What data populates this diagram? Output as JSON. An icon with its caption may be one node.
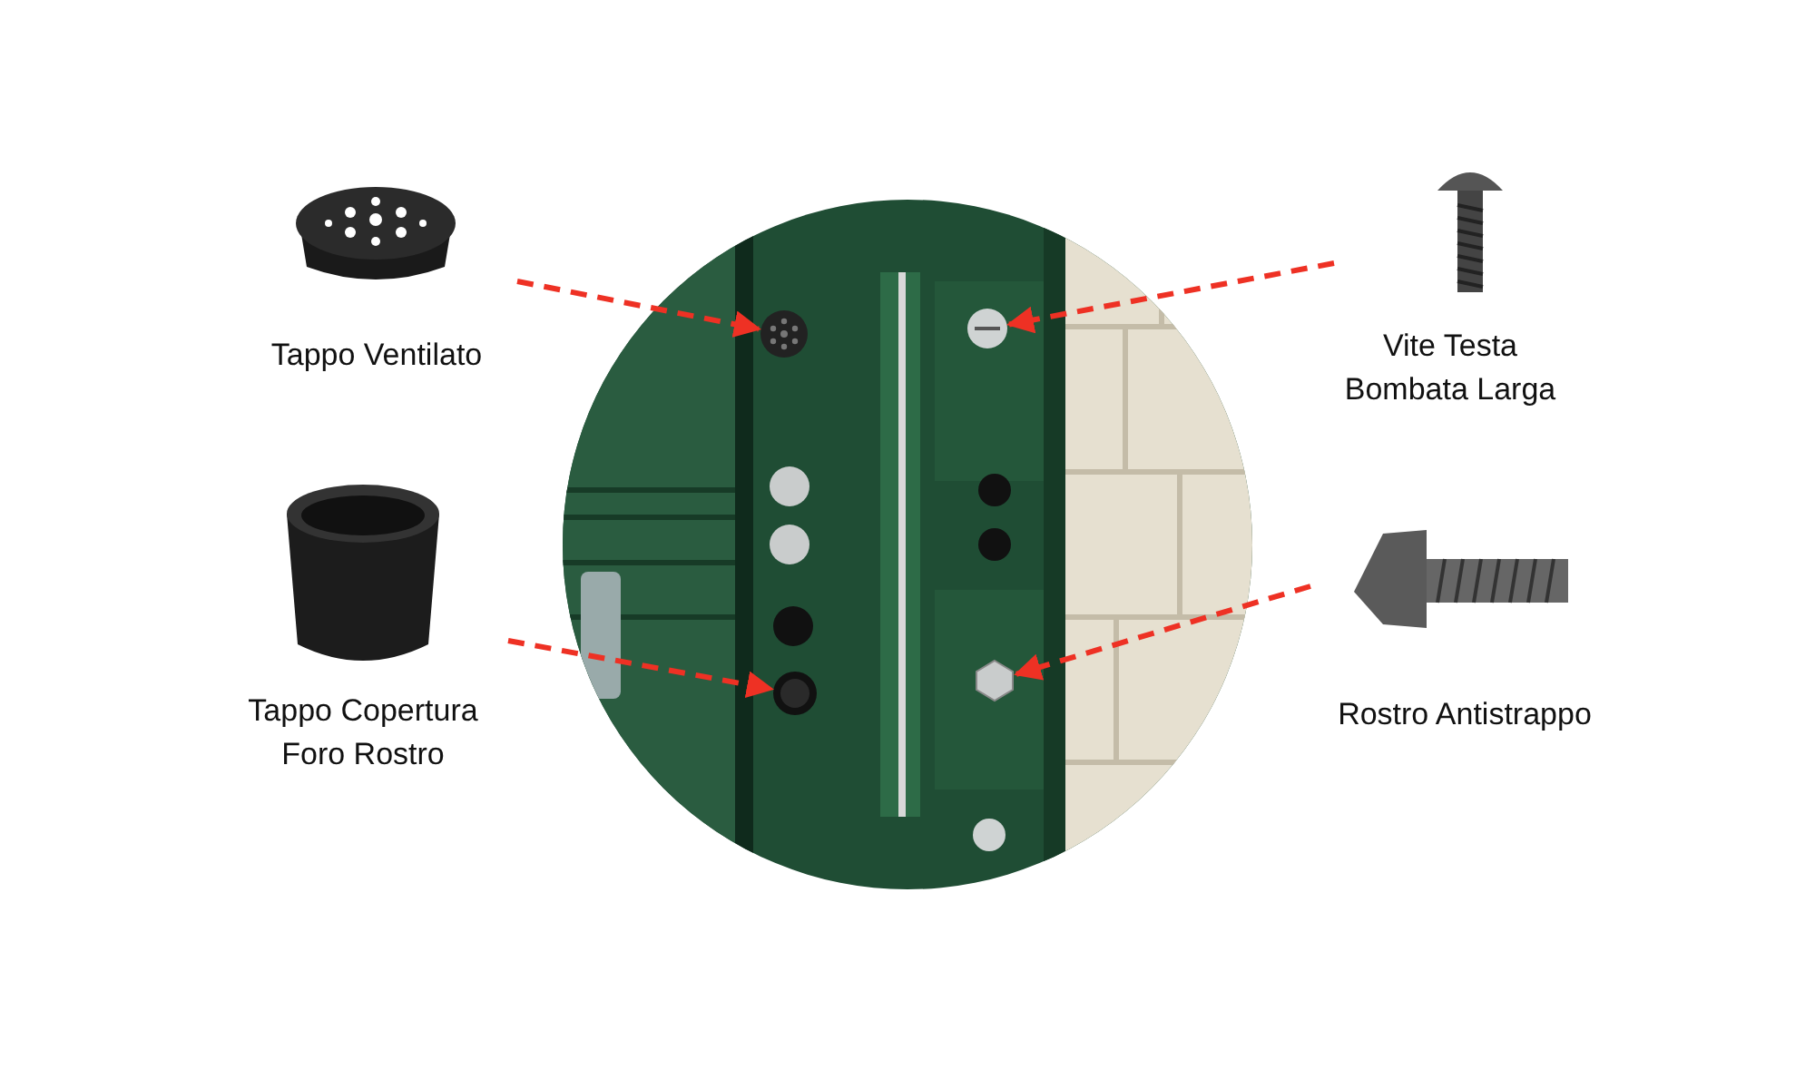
{
  "diagram": {
    "nodes": [
      {
        "text": [
          "Tappo Ventilato"
        ]
      },
      {
        "text": [
          "Tappo Copertura Foro Rostro"
        ]
      },
      {
        "text": [
          "Vite Testa Bombata Larga"
        ]
      },
      {
        "text": [
          "Rostro Antistrappo"
        ]
      },
      {
        "text": [],
        "shape": "picture"
      },
      {
        "text": [],
        "shape": "picture",
        "in": 4
      },
      {
        "text": [],
        "shape": "picture",
        "in": 4
      },
      {
        "text": [],
        "shape": "picture",
        "in": 4
      },
      {
        "text": [],
        "shape": "picture",
        "in": 4
      }
    ],
    "edges": [
      {
        "from": 0,
        "to": 5,
        "arrow": "to",
        "style": "dashed",
        "color": "#ee3124"
      },
      {
        "from": 1,
        "to": 7,
        "arrow": "to",
        "style": "dashed",
        "color": "#ee3124"
      },
      {
        "from": 2,
        "to": 6,
        "arrow": "to",
        "style": "dashed",
        "color": "#ee3124"
      },
      {
        "from": 3,
        "to": 8,
        "arrow": "to",
        "style": "dashed",
        "color": "#ee3124"
      }
    ]
  }
}
